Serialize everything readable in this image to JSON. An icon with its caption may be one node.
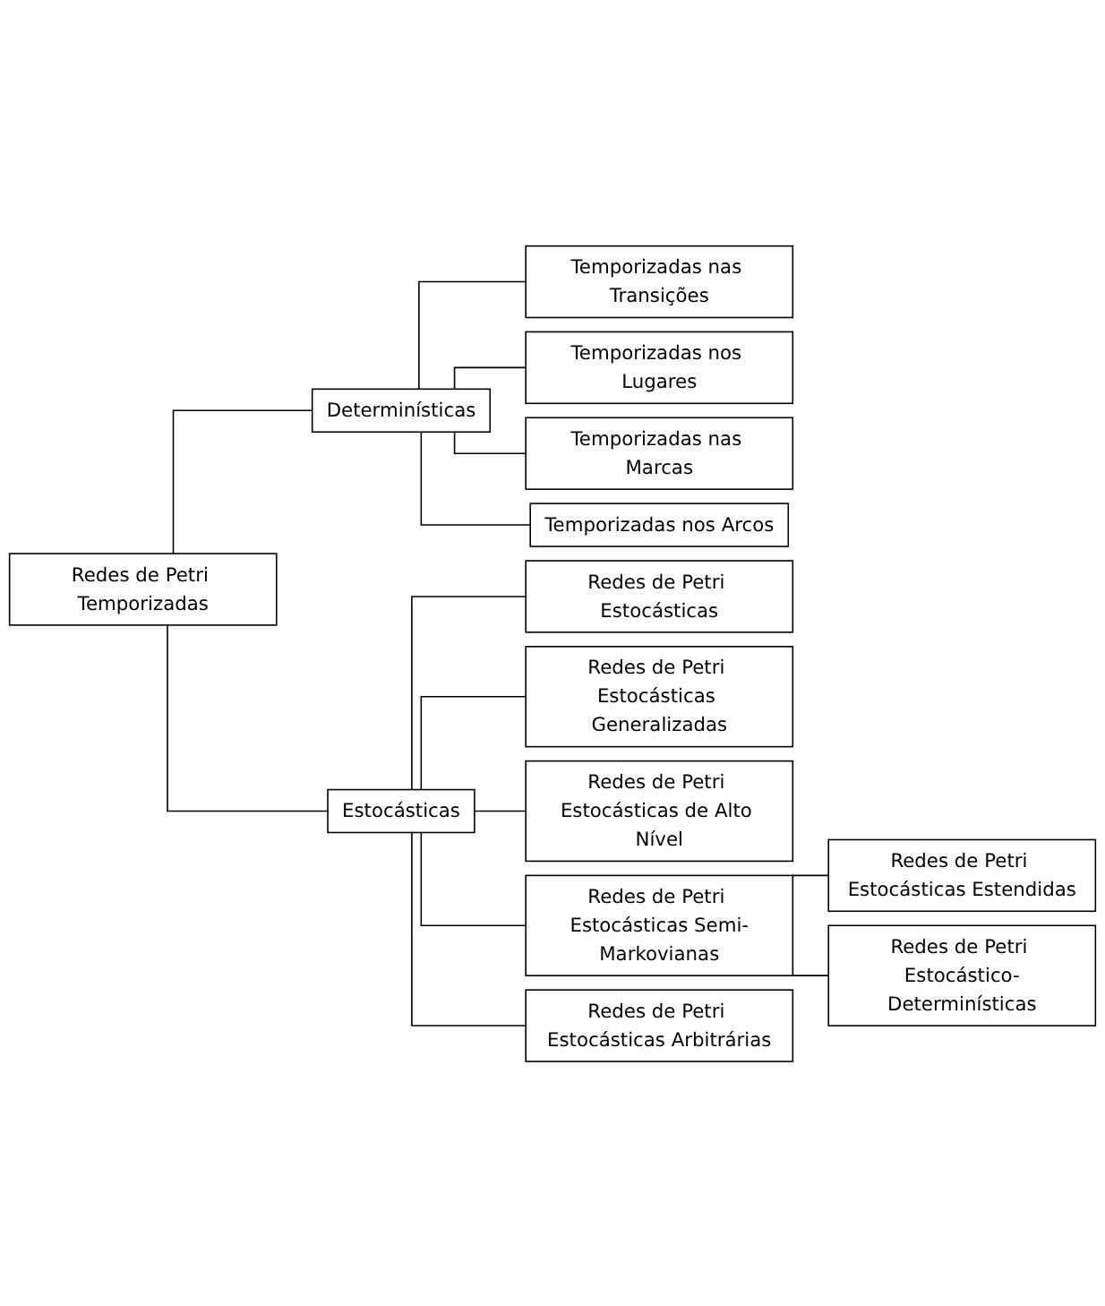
{
  "diagram": {
    "nodes": [
      {
        "text": [
          "Redes de Petri Temporizadas"
        ]
      },
      {
        "text": [
          "Determinísticas"
        ]
      },
      {
        "text": [
          "Temporizadas nas Transições"
        ]
      },
      {
        "text": [
          "Temporizadas nos Lugares"
        ]
      },
      {
        "text": [
          "Temporizadas nas Marcas"
        ]
      },
      {
        "text": [
          "Temporizadas nos Arcos"
        ]
      },
      {
        "text": [
          "Estocásticas"
        ]
      },
      {
        "text": [
          "Redes de Petri Estocásticas"
        ]
      },
      {
        "text": [
          "Redes de Petri Estocásticas Generalizadas"
        ]
      },
      {
        "text": [
          "Redes de Petri Estocásticas de Alto Nível"
        ]
      },
      {
        "text": [
          "Redes de Petri Estocásticas Semi-Markovianas"
        ]
      },
      {
        "text": [
          "Redes de Petri Estocásticas Estendidas"
        ]
      },
      {
        "text": [
          "Redes de Petri Estocástico-Determinísticas"
        ]
      },
      {
        "text": [
          "Redes de Petri Estocásticas Arbitrárias"
        ]
      }
    ],
    "edges": [
      {
        "from": 0,
        "to": 1,
        "arrow": "none"
      },
      {
        "from": 1,
        "to": 2,
        "arrow": "none"
      },
      {
        "from": 1,
        "to": 3,
        "arrow": "none"
      },
      {
        "from": 1,
        "to": 4,
        "arrow": "none"
      },
      {
        "from": 1,
        "to": 5,
        "arrow": "none"
      },
      {
        "from": 0,
        "to": 6,
        "arrow": "none"
      },
      {
        "from": 6,
        "to": 7,
        "arrow": "none"
      },
      {
        "from": 6,
        "to": 8,
        "arrow": "none"
      },
      {
        "from": 6,
        "to": 9,
        "arrow": "none"
      },
      {
        "from": 6,
        "to": 10,
        "arrow": "none"
      },
      {
        "from": 10,
        "to": 11,
        "arrow": "none"
      },
      {
        "from": 10,
        "to": 12,
        "arrow": "none"
      },
      {
        "from": 6,
        "to": 13,
        "arrow": "none"
      }
    ]
  }
}
